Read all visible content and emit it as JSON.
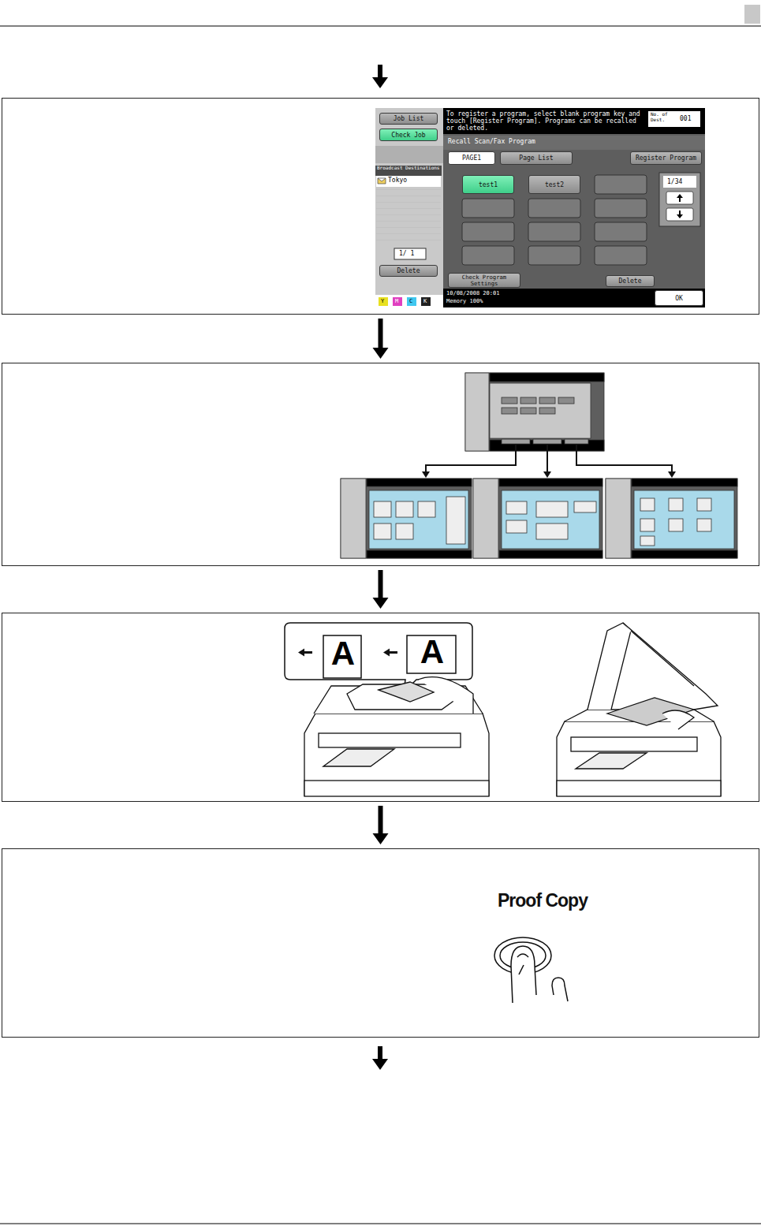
{
  "diagram": {
    "nodes": [
      {
        "text": []
      },
      {
        "text": [
          "Job List"
        ],
        "in": 0
      },
      {
        "text": [
          "Check Job"
        ],
        "in": 0
      },
      {
        "text": [
          "PAGE1"
        ],
        "in": 0
      },
      {
        "text": [
          "Page List"
        ],
        "in": 0
      },
      {
        "text": [
          "Register Program"
        ],
        "in": 0
      },
      {
        "text": [
          "test1"
        ],
        "in": 0
      },
      {
        "text": [
          "test2"
        ],
        "in": 0
      },
      {
        "text": [
          "Delete"
        ],
        "in": 0
      },
      {
        "text": [
          "Check Program Settings"
        ],
        "in": 0
      },
      {
        "text": [
          "Delete"
        ],
        "in": 0
      },
      {
        "text": [
          "OK"
        ],
        "in": 0
      },
      {
        "text": []
      },
      {
        "text": []
      },
      {
        "text": [
          "Proof Copy"
        ]
      }
    ],
    "edges": [
      {
        "from": 0,
        "to": 12,
        "arrow": "to"
      },
      {
        "from": 12,
        "to": 13,
        "arrow": "to"
      },
      {
        "from": 13,
        "to": 14,
        "arrow": "to"
      }
    ],
    "labels": [
      "To register a program, select blank program key and touch [Register Program]. Programs can be recalled or deleted.",
      "No. of Dest.",
      "001",
      "Recall Scan/Fax Program",
      "1/34",
      "Broadcast Destinations",
      "Tokyo",
      "1/ 1",
      "10/08/2008 20:01",
      "Memory 100%",
      "Y",
      "M",
      "C",
      "K",
      "A",
      "A"
    ]
  }
}
